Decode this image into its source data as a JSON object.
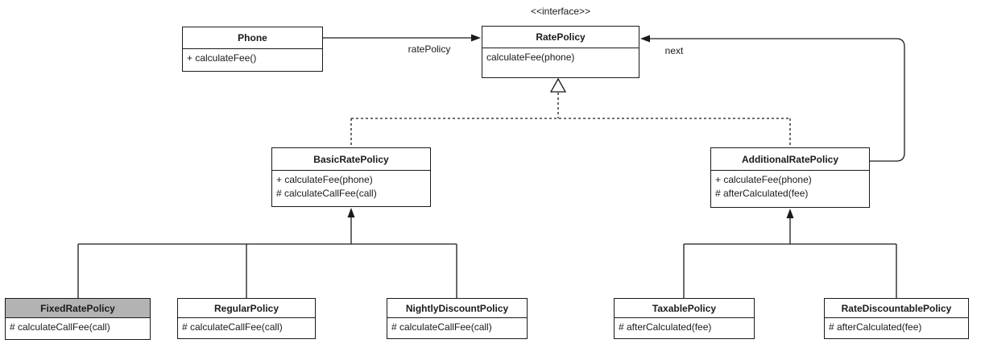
{
  "diagram": {
    "kind": "uml-class-diagram",
    "colors": {
      "background": "#ffffff",
      "line": "#1a1a1a",
      "box_fill": "#ffffff",
      "highlighted_header_fill": "#b3b3b3"
    },
    "classes": [
      {
        "id": "phone",
        "name": "Phone",
        "methods": [
          "+ calculateFee()"
        ]
      },
      {
        "id": "rate-policy",
        "stereotype": "<<interface>>",
        "name": "RatePolicy",
        "methods": [
          "calculateFee(phone)"
        ]
      },
      {
        "id": "basic-rate-policy",
        "name": "BasicRatePolicy",
        "methods": [
          "+ calculateFee(phone)",
          "# calculateCallFee(call)"
        ]
      },
      {
        "id": "additional-rate-policy",
        "name": "AdditionalRatePolicy",
        "methods": [
          "+ calculateFee(phone)",
          "# afterCalculated(fee)"
        ]
      },
      {
        "id": "fixed-rate-policy",
        "name": "FixedRatePolicy",
        "highlighted": true,
        "methods": [
          "# calculateCallFee(call)"
        ]
      },
      {
        "id": "regular-policy",
        "name": "RegularPolicy",
        "methods": [
          "# calculateCallFee(call)"
        ]
      },
      {
        "id": "nightly-discount-policy",
        "name": "NightlyDiscountPolicy",
        "methods": [
          "# calculateCallFee(call)"
        ]
      },
      {
        "id": "taxable-policy",
        "name": "TaxablePolicy",
        "methods": [
          "# afterCalculated(fee)"
        ]
      },
      {
        "id": "rate-discountable-policy",
        "name": "RateDiscountablePolicy",
        "methods": [
          "# afterCalculated(fee)"
        ]
      }
    ],
    "edge_labels": {
      "rate_policy": "ratePolicy",
      "next": "next"
    },
    "relationships": [
      {
        "type": "association",
        "source": "Phone",
        "target": "RatePolicy",
        "label": "ratePolicy",
        "arrow": "filled"
      },
      {
        "type": "association",
        "source": "AdditionalRatePolicy",
        "target": "RatePolicy",
        "label": "next",
        "arrow": "filled"
      },
      {
        "type": "realization",
        "source": "BasicRatePolicy",
        "target": "RatePolicy",
        "arrow": "hollow-triangle",
        "line": "dashed"
      },
      {
        "type": "realization",
        "source": "AdditionalRatePolicy",
        "target": "RatePolicy",
        "arrow": "hollow-triangle",
        "line": "dashed"
      },
      {
        "type": "generalization",
        "source": "FixedRatePolicy",
        "target": "BasicRatePolicy"
      },
      {
        "type": "generalization",
        "source": "RegularPolicy",
        "target": "BasicRatePolicy"
      },
      {
        "type": "generalization",
        "source": "NightlyDiscountPolicy",
        "target": "BasicRatePolicy"
      },
      {
        "type": "generalization",
        "source": "TaxablePolicy",
        "target": "AdditionalRatePolicy"
      },
      {
        "type": "generalization",
        "source": "RateDiscountablePolicy",
        "target": "AdditionalRatePolicy"
      }
    ]
  }
}
